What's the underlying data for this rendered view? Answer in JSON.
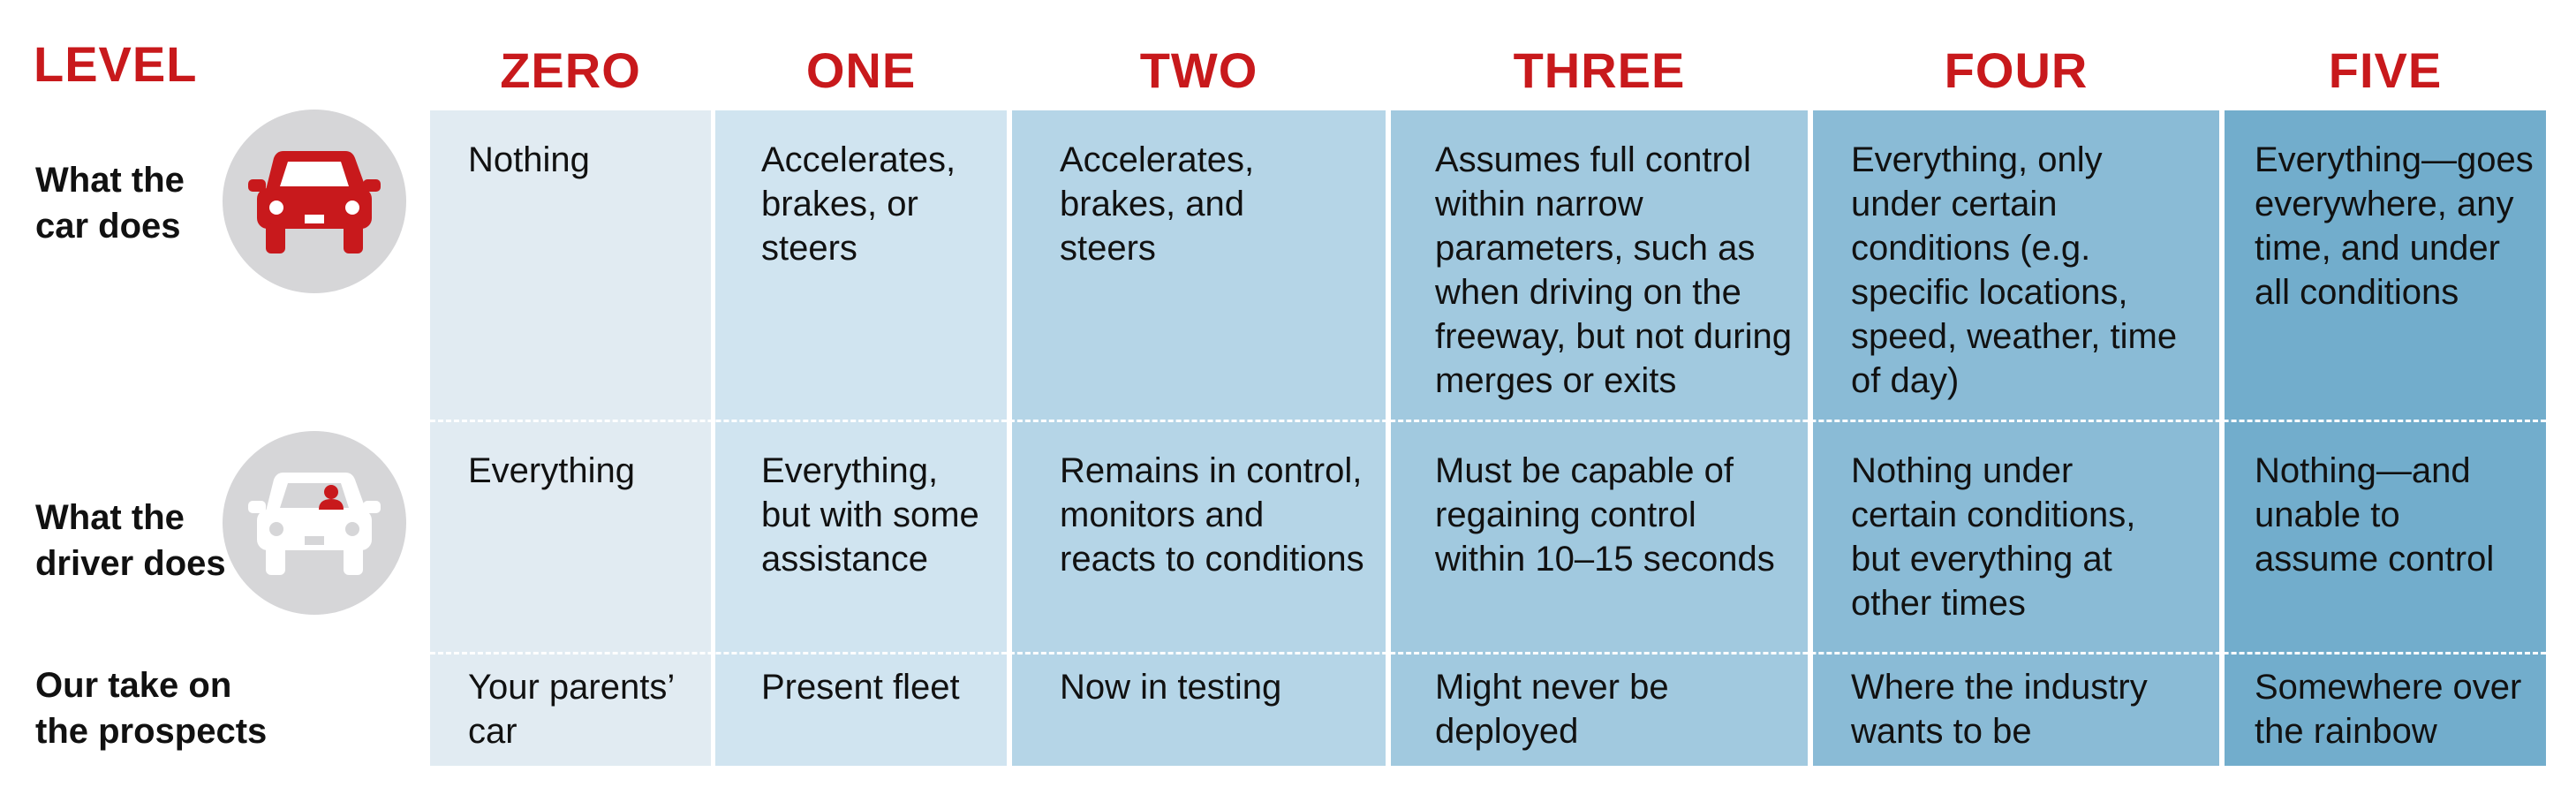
{
  "colors": {
    "accent_red": "#c8191c",
    "col_zero": "#e1ebf2",
    "col_one": "#d0e4f0",
    "col_two": "#b5d5e7",
    "col_three": "#a1c9df",
    "col_four": "#8abbd6",
    "col_five": "#72adcc",
    "icon_circle": "#d6d6d8"
  },
  "header": {
    "level_label": "LEVEL",
    "levels": [
      "ZERO",
      "ONE",
      "TWO",
      "THREE",
      "FOUR",
      "FIVE"
    ]
  },
  "rows": [
    {
      "label": "What the\ncar does",
      "icon": "car-icon",
      "cells": [
        "Nothing",
        "Accelerates,\nbrakes, or\nsteers",
        "Accelerates,\nbrakes, and\nsteers",
        "Assumes full control\nwithin narrow\nparameters, such as\nwhen driving on the\nfreeway, but not during\nmerges or exits",
        "Everything, only\nunder certain\nconditions (e.g.\nspecific locations,\nspeed, weather, time\nof day)",
        "Everything—goes\neverywhere, any\ntime, and under\nall conditions"
      ]
    },
    {
      "label": "What the\ndriver does",
      "icon": "car-with-driver-icon",
      "cells": [
        "Everything",
        "Everything,\nbut with some\nassistance",
        "Remains in control,\nmonitors and\nreacts to conditions",
        "Must be capable of\nregaining control\nwithin 10–15 seconds",
        "Nothing under\ncertain conditions,\nbut everything at\nother times",
        "Nothing—and\nunable to\nassume control"
      ]
    },
    {
      "label": "Our take on\nthe prospects",
      "icon": "",
      "cells": [
        "Your parents’\ncar",
        "Present fleet",
        "Now in testing",
        "Might never be\ndeployed",
        "Where the industry\nwants to be",
        "Somewhere over\nthe rainbow"
      ]
    }
  ]
}
